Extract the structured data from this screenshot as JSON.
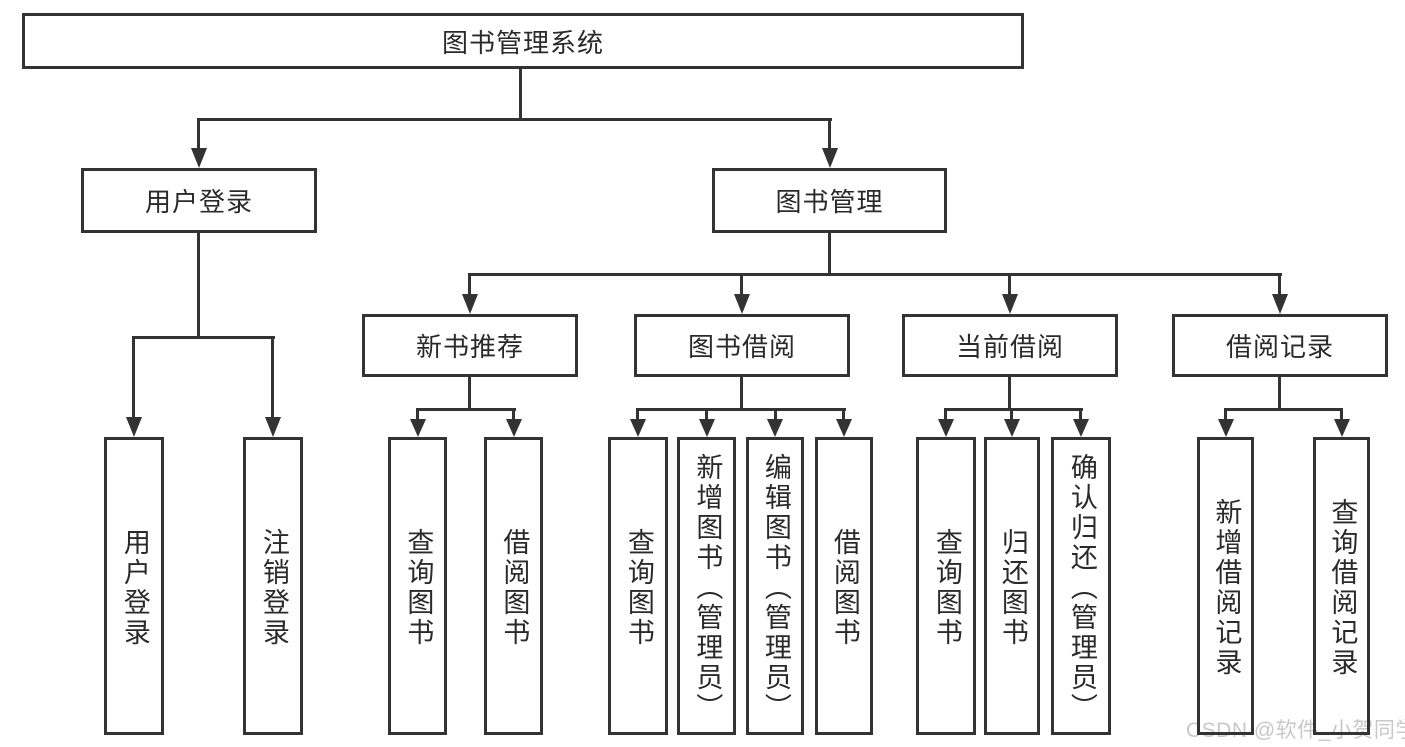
{
  "diagram_title": "图书管理系统",
  "tree": {
    "root": {
      "label": "图书管理系统",
      "children": [
        {
          "label": "用户登录",
          "children": [
            {
              "label": "用户登录"
            },
            {
              "label": "注销登录"
            }
          ]
        },
        {
          "label": "图书管理",
          "children": [
            {
              "label": "新书推荐",
              "children": [
                {
                  "label": "查询图书"
                },
                {
                  "label": "借阅图书"
                }
              ]
            },
            {
              "label": "图书借阅",
              "children": [
                {
                  "label": "查询图书"
                },
                {
                  "label": "新增图书（管理员）"
                },
                {
                  "label": "编辑图书（管理员）"
                },
                {
                  "label": "借阅图书"
                }
              ]
            },
            {
              "label": "当前借阅",
              "children": [
                {
                  "label": "查询图书"
                },
                {
                  "label": "归还图书"
                },
                {
                  "label": "确认归还（管理员）"
                }
              ]
            },
            {
              "label": "借阅记录",
              "children": [
                {
                  "label": "新增借阅记录"
                },
                {
                  "label": "查询借阅记录"
                }
              ]
            }
          ]
        }
      ]
    }
  },
  "watermark": {
    "text": "CSDN @软件_小贺同学"
  },
  "colors": {
    "line": "#333333",
    "text": "#2a2a2a",
    "watermark": "#c8c8c8",
    "background": "#ffffff"
  }
}
